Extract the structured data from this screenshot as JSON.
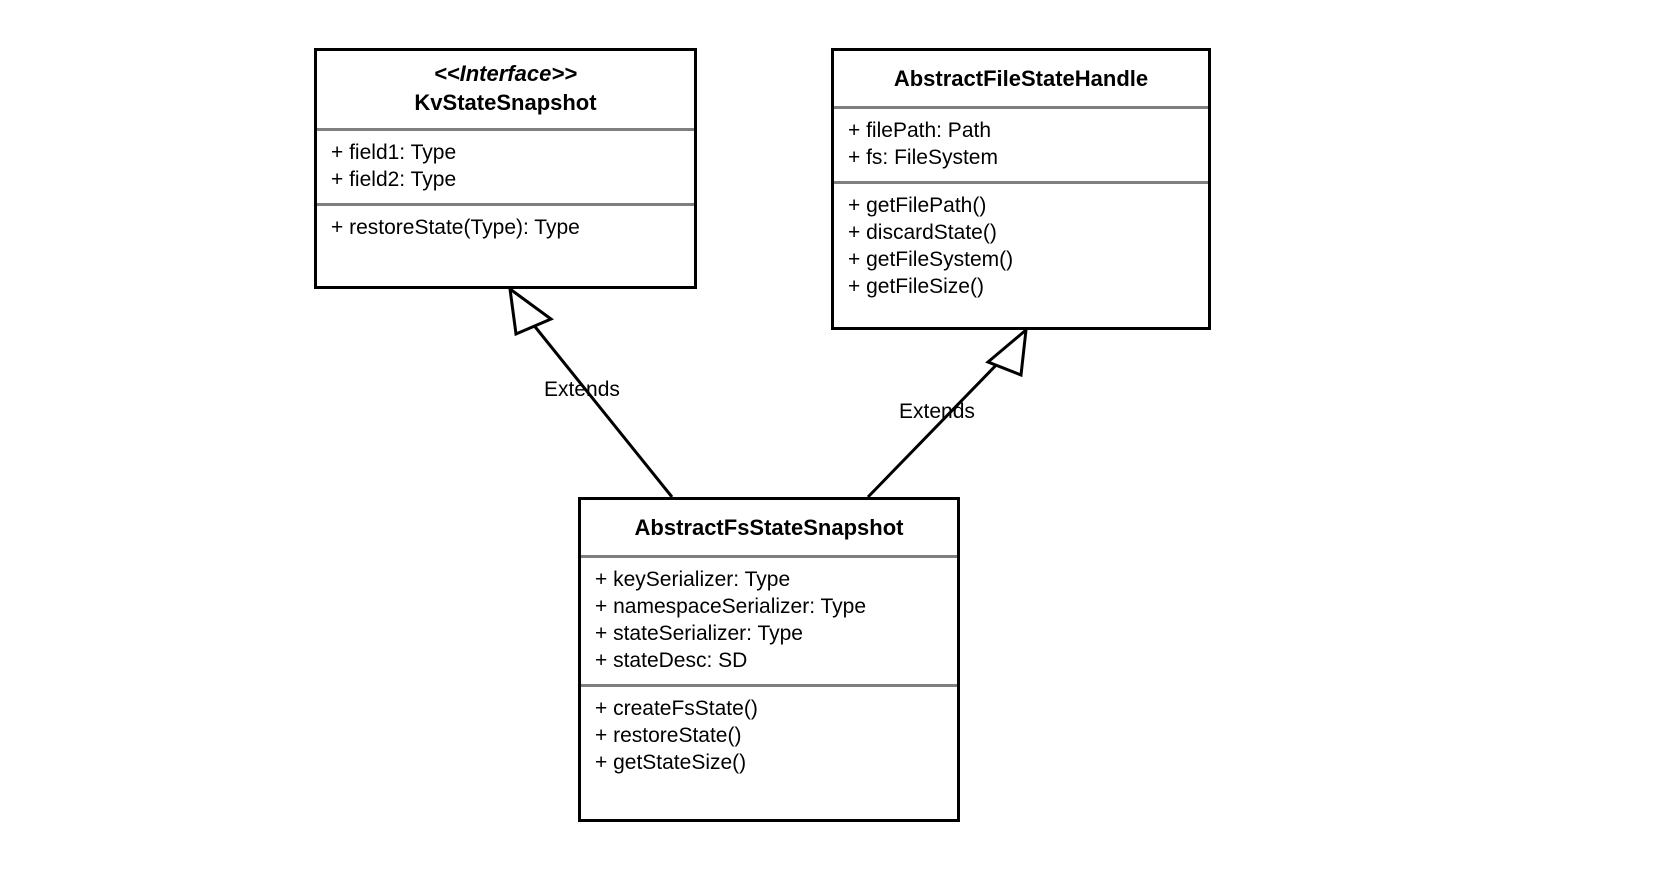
{
  "diagram": {
    "title": "UML class diagram",
    "colors": {
      "background": "#ffffff",
      "stroke": "#000000",
      "divider": "#7f7f7f",
      "arrowhead_fill": "#ffffff"
    }
  },
  "classes": [
    {
      "id": "kv-state-snapshot",
      "stereotype": "<<Interface>>",
      "name": "KvStateSnapshot",
      "attributes": [
        "+ field1: Type",
        "+ field2: Type"
      ],
      "operations": [
        "+ restoreState(Type): Type"
      ]
    },
    {
      "id": "abstract-file-state-handle",
      "stereotype": "",
      "name": "AbstractFileStateHandle",
      "attributes": [
        "+ filePath: Path",
        "+ fs: FileSystem"
      ],
      "operations": [
        "+ getFilePath()",
        "+ discardState()",
        "+ getFileSystem()",
        "+ getFileSize()"
      ]
    },
    {
      "id": "abstract-fs-state-snapshot",
      "stereotype": "",
      "name": "AbstractFsStateSnapshot",
      "attributes": [
        "+ keySerializer: Type",
        "+ namespaceSerializer: Type",
        "+ stateSerializer: Type",
        "+ stateDesc: SD"
      ],
      "operations": [
        "+ createFsState()",
        "+ restoreState()",
        "+ getStateSize()"
      ]
    }
  ],
  "relationships": [
    {
      "id": "extends-kv-state-snapshot",
      "label": "Extends",
      "type": "generalization",
      "from": "abstract-fs-state-snapshot",
      "to": "kv-state-snapshot"
    },
    {
      "id": "extends-abstract-file-state-handle",
      "label": "Extends",
      "type": "generalization",
      "from": "abstract-fs-state-snapshot",
      "to": "abstract-file-state-handle"
    }
  ]
}
